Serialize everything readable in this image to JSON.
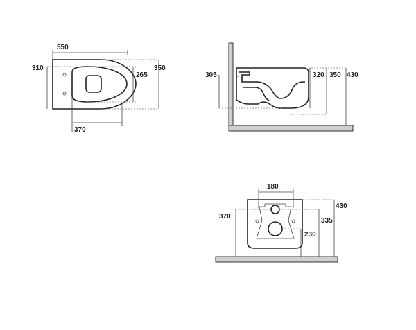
{
  "views": {
    "top": {
      "labels": {
        "width_overall": "550",
        "depth_left": "310",
        "depth_right": "350",
        "seat_depth": "265",
        "fixing_distance": "370"
      }
    },
    "side": {
      "labels": {
        "rim_height_left": "305",
        "dim_320": "320",
        "dim_350": "350",
        "dim_430": "430"
      }
    },
    "rear": {
      "labels": {
        "fixing_spacing": "180",
        "height_left": "370",
        "height_right": "430",
        "outlet_height": "335",
        "inlet_height": "230"
      }
    }
  },
  "colors": {
    "line": "#222222",
    "wall_fill": "#cfcfcf",
    "dashed": "#777777"
  }
}
